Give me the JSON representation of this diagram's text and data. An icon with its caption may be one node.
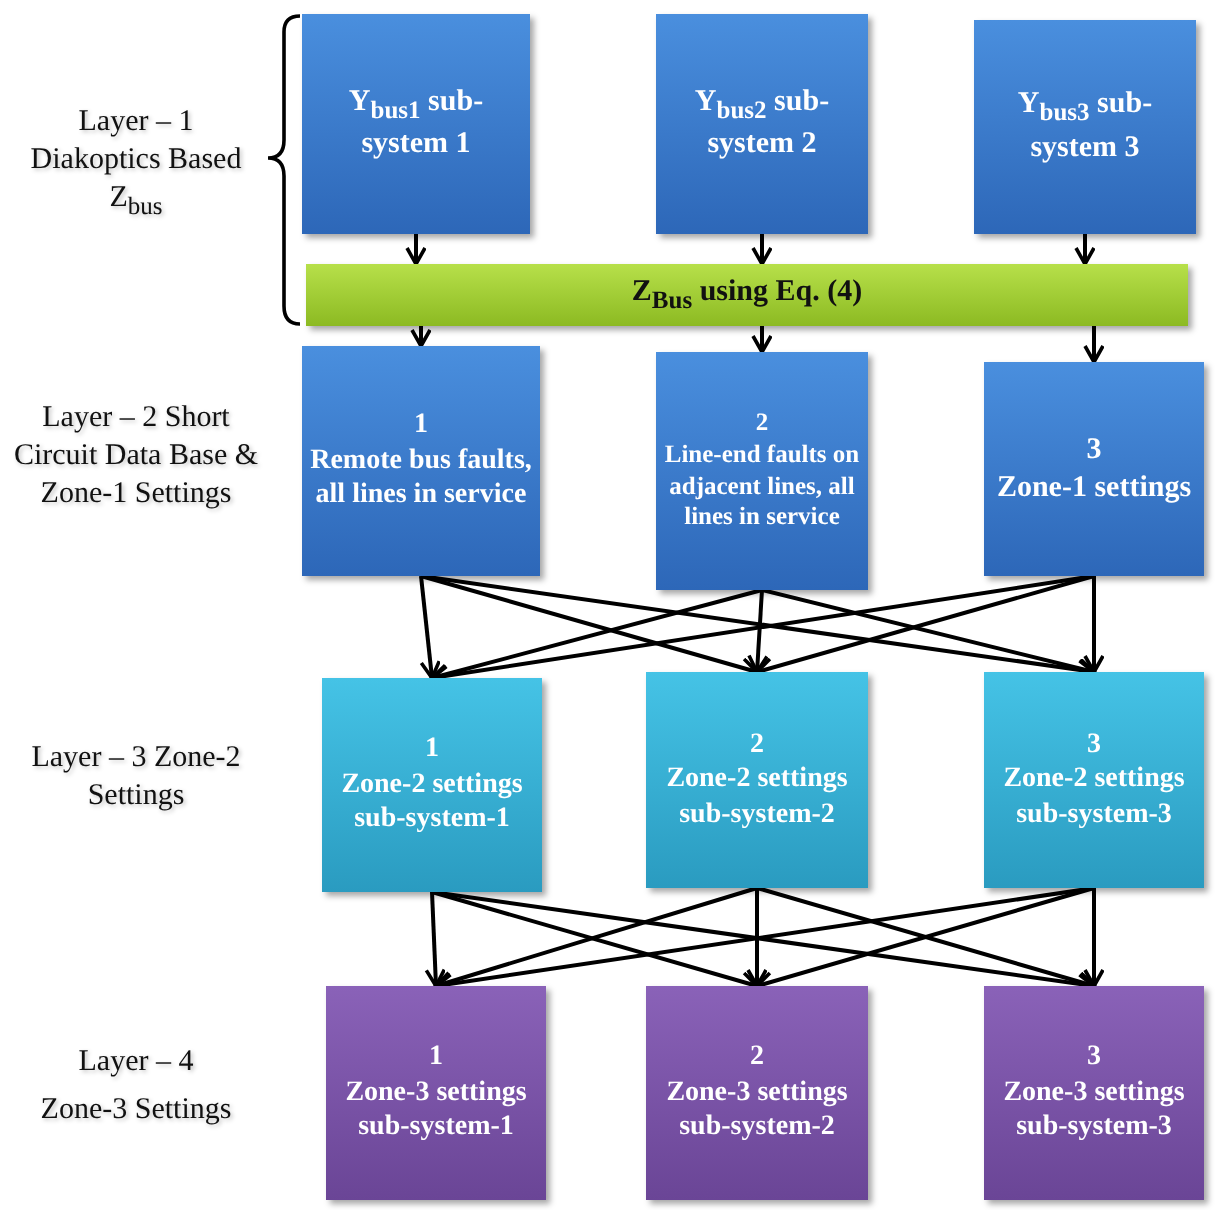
{
  "diagram": {
    "nodes": [
      {
        "text": [
          "Y$_{bus1}$ sub-system 1"
        ]
      },
      {
        "text": [
          "Y$_{bus2}$ sub-system 2"
        ]
      },
      {
        "text": [
          "Y$_{bus3}$ sub-system 3"
        ]
      },
      {
        "text": [
          "Z$_{Bus}$ using Eq. (4)"
        ]
      },
      {
        "text": [
          "1",
          "Remote bus faults, all lines in service"
        ]
      },
      {
        "text": [
          "2",
          "Line-end faults on adjacent lines, all lines in service"
        ]
      },
      {
        "text": [
          "3",
          "Zone-1 settings"
        ]
      },
      {
        "text": [
          "1",
          "Zone-2 settings sub-system-1"
        ]
      },
      {
        "text": [
          "2",
          "Zone-2 settings sub-system-2"
        ]
      },
      {
        "text": [
          "3",
          "Zone-2 settings sub-system-3"
        ]
      },
      {
        "text": [
          "1",
          "Zone-3 settings sub-system-1"
        ]
      },
      {
        "text": [
          "2",
          "Zone-3 settings sub-system-2"
        ]
      },
      {
        "text": [
          "3",
          "Zone-3 settings sub-system-3"
        ]
      }
    ],
    "edges": [
      {
        "from": 0,
        "to": 3,
        "arrow": "to"
      },
      {
        "from": 1,
        "to": 3,
        "arrow": "to"
      },
      {
        "from": 2,
        "to": 3,
        "arrow": "to"
      },
      {
        "from": 3,
        "to": 4,
        "arrow": "to"
      },
      {
        "from": 3,
        "to": 5,
        "arrow": "to"
      },
      {
        "from": 3,
        "to": 6,
        "arrow": "to"
      },
      {
        "from": 4,
        "to": 7,
        "arrow": "to"
      },
      {
        "from": 4,
        "to": 8,
        "arrow": "to"
      },
      {
        "from": 4,
        "to": 9,
        "arrow": "to"
      },
      {
        "from": 5,
        "to": 7,
        "arrow": "to"
      },
      {
        "from": 5,
        "to": 8,
        "arrow": "to"
      },
      {
        "from": 5,
        "to": 9,
        "arrow": "to"
      },
      {
        "from": 6,
        "to": 7,
        "arrow": "to"
      },
      {
        "from": 6,
        "to": 8,
        "arrow": "to"
      },
      {
        "from": 6,
        "to": 9,
        "arrow": "to"
      },
      {
        "from": 7,
        "to": 10,
        "arrow": "to"
      },
      {
        "from": 7,
        "to": 11,
        "arrow": "to"
      },
      {
        "from": 7,
        "to": 12,
        "arrow": "to"
      },
      {
        "from": 8,
        "to": 10,
        "arrow": "to"
      },
      {
        "from": 8,
        "to": 11,
        "arrow": "to"
      },
      {
        "from": 8,
        "to": 12,
        "arrow": "to"
      },
      {
        "from": 9,
        "to": 10,
        "arrow": "to"
      },
      {
        "from": 9,
        "to": 11,
        "arrow": "to"
      },
      {
        "from": 9,
        "to": 12,
        "arrow": "to"
      }
    ],
    "labels": [
      "Layer – 1 Diakoptics Based Z$_{bus}$",
      "Layer – 2 Short Circuit Data Base & Zone-1 Settings",
      "Layer – 3 Zone-2 Settings",
      "Layer – 4",
      "Zone-3 Settings"
    ]
  }
}
